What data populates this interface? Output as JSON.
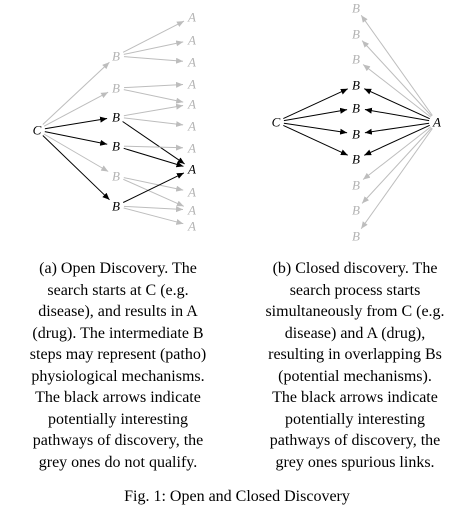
{
  "colors": {
    "black": "#000000",
    "grey": "#bdbdbd",
    "grey_text": "#b3b3b3"
  },
  "diagram_a": {
    "nodes": [
      {
        "id": "C",
        "label": "C",
        "tone": "black"
      },
      {
        "id": "B1",
        "label": "B",
        "tone": "grey"
      },
      {
        "id": "B2",
        "label": "B",
        "tone": "grey"
      },
      {
        "id": "B3",
        "label": "B",
        "tone": "black"
      },
      {
        "id": "B4",
        "label": "B",
        "tone": "black"
      },
      {
        "id": "B5",
        "label": "B",
        "tone": "grey"
      },
      {
        "id": "B6",
        "label": "B",
        "tone": "black"
      },
      {
        "id": "A1",
        "label": "A",
        "tone": "grey"
      },
      {
        "id": "A2",
        "label": "A",
        "tone": "grey"
      },
      {
        "id": "A3",
        "label": "A",
        "tone": "grey"
      },
      {
        "id": "A4",
        "label": "A",
        "tone": "grey"
      },
      {
        "id": "A5",
        "label": "A",
        "tone": "grey"
      },
      {
        "id": "A6",
        "label": "A",
        "tone": "grey"
      },
      {
        "id": "A7",
        "label": "A",
        "tone": "grey"
      },
      {
        "id": "A8",
        "label": "A",
        "tone": "black"
      },
      {
        "id": "A9",
        "label": "A",
        "tone": "grey"
      },
      {
        "id": "A10",
        "label": "A",
        "tone": "grey"
      },
      {
        "id": "A11",
        "label": "A",
        "tone": "grey"
      }
    ],
    "edges": [
      {
        "from": "C",
        "to": "B1",
        "tone": "grey"
      },
      {
        "from": "C",
        "to": "B2",
        "tone": "grey"
      },
      {
        "from": "C",
        "to": "B3",
        "tone": "black"
      },
      {
        "from": "C",
        "to": "B4",
        "tone": "black"
      },
      {
        "from": "C",
        "to": "B5",
        "tone": "grey"
      },
      {
        "from": "C",
        "to": "B6",
        "tone": "black"
      },
      {
        "from": "B1",
        "to": "A1",
        "tone": "grey"
      },
      {
        "from": "B1",
        "to": "A2",
        "tone": "grey"
      },
      {
        "from": "B1",
        "to": "A3",
        "tone": "grey"
      },
      {
        "from": "B2",
        "to": "A4",
        "tone": "grey"
      },
      {
        "from": "B2",
        "to": "A5",
        "tone": "grey"
      },
      {
        "from": "B3",
        "to": "A5",
        "tone": "grey"
      },
      {
        "from": "B3",
        "to": "A6",
        "tone": "grey"
      },
      {
        "from": "B3",
        "to": "A8",
        "tone": "black"
      },
      {
        "from": "B4",
        "to": "A7",
        "tone": "grey"
      },
      {
        "from": "B4",
        "to": "A8",
        "tone": "black"
      },
      {
        "from": "B5",
        "to": "A9",
        "tone": "grey"
      },
      {
        "from": "B5",
        "to": "A10",
        "tone": "grey"
      },
      {
        "from": "B6",
        "to": "A8",
        "tone": "black"
      },
      {
        "from": "B6",
        "to": "A10",
        "tone": "grey"
      },
      {
        "from": "B6",
        "to": "A11",
        "tone": "grey"
      }
    ]
  },
  "diagram_b": {
    "nodes": [
      {
        "id": "C",
        "label": "C",
        "tone": "black"
      },
      {
        "id": "A",
        "label": "A",
        "tone": "black"
      },
      {
        "id": "B1",
        "label": "B",
        "tone": "grey"
      },
      {
        "id": "B2",
        "label": "B",
        "tone": "grey"
      },
      {
        "id": "B3",
        "label": "B",
        "tone": "grey"
      },
      {
        "id": "B4",
        "label": "B",
        "tone": "black"
      },
      {
        "id": "B5",
        "label": "B",
        "tone": "black"
      },
      {
        "id": "B6",
        "label": "B",
        "tone": "black"
      },
      {
        "id": "B7",
        "label": "B",
        "tone": "black"
      },
      {
        "id": "B8",
        "label": "B",
        "tone": "grey"
      },
      {
        "id": "B9",
        "label": "B",
        "tone": "grey"
      },
      {
        "id": "B10",
        "label": "B",
        "tone": "grey"
      }
    ],
    "edges": [
      {
        "from": "C",
        "to": "B4",
        "tone": "black"
      },
      {
        "from": "C",
        "to": "B5",
        "tone": "black"
      },
      {
        "from": "C",
        "to": "B6",
        "tone": "black"
      },
      {
        "from": "C",
        "to": "B7",
        "tone": "black"
      },
      {
        "from": "A",
        "to": "B4",
        "tone": "black"
      },
      {
        "from": "A",
        "to": "B5",
        "tone": "black"
      },
      {
        "from": "A",
        "to": "B6",
        "tone": "black"
      },
      {
        "from": "A",
        "to": "B7",
        "tone": "black"
      },
      {
        "from": "A",
        "to": "B1",
        "tone": "grey"
      },
      {
        "from": "A",
        "to": "B2",
        "tone": "grey"
      },
      {
        "from": "A",
        "to": "B3",
        "tone": "grey"
      },
      {
        "from": "A",
        "to": "B8",
        "tone": "grey"
      },
      {
        "from": "A",
        "to": "B9",
        "tone": "grey"
      },
      {
        "from": "A",
        "to": "B10",
        "tone": "grey"
      }
    ]
  },
  "caption_a": [
    "(a) Open Discovery. The",
    "search starts at C (e.g.",
    "disease), and results in A",
    "(drug). The intermediate B",
    "steps may represent (patho)",
    "physiological mechanisms.",
    "The black arrows indicate",
    "potentially interesting",
    "pathways of discovery, the",
    "grey ones do not qualify."
  ],
  "caption_b": [
    "(b) Closed discovery. The",
    "search process starts",
    "simultaneously from C (e.g.",
    "disease) and A (drug),",
    "resulting in overlapping Bs",
    "(potential mechanisms).",
    "The black arrows indicate",
    "potentially interesting",
    "pathways of discovery, the",
    "grey ones spurious links."
  ],
  "figure_caption": "Fig. 1: Open and Closed Discovery"
}
